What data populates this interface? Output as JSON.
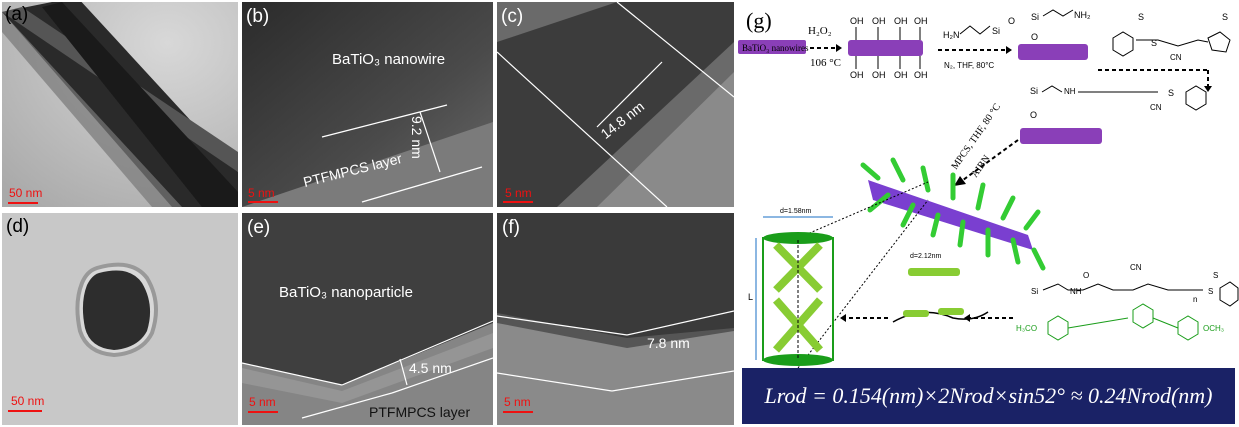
{
  "panels": {
    "a": {
      "label": "(a)",
      "scale": "50 nm"
    },
    "b": {
      "label": "(b)",
      "scale": "5 nm",
      "title": "BaTiO₃ nanowire",
      "thickness": "9.2 nm",
      "layer": "PTFMPCS layer"
    },
    "c": {
      "label": "(c)",
      "scale": "5 nm",
      "thickness": "14.8 nm"
    },
    "d": {
      "label": "(d)",
      "scale": "50 nm"
    },
    "e": {
      "label": "(e)",
      "scale": "5 nm",
      "title": "BaTiO₃ nanoparticle",
      "thickness": "4.5 nm",
      "layer": "PTFMPCS layer"
    },
    "f": {
      "label": "(f)",
      "scale": "5 nm",
      "thickness": "7.8 nm"
    }
  },
  "scheme": {
    "label": "(g)",
    "nanowire_label": "BaTiO₃ nanowires",
    "reagent_h2o2": "H₂O₂",
    "temp1": "106 °C",
    "cond1": "N₂, THF, 80°C",
    "cond2": "MPCS, THF, 80 °C",
    "cond3": "AIBN",
    "oh": "OH",
    "nh2": "NH₂",
    "h2n": "H₂N",
    "cn": "CN",
    "o": "O",
    "si": "Si",
    "s": "S",
    "nh": "NH",
    "n": "N",
    "sub_n": "n",
    "d1": "d=1.58nm",
    "d2": "d=2.12nm",
    "L": "L",
    "h3co": "H₃CO",
    "och3": "OCH₃"
  },
  "formula": "Lrod = 0.154(nm)×2Nrod×sin52° ≈ 0.24Nrod(nm)"
}
